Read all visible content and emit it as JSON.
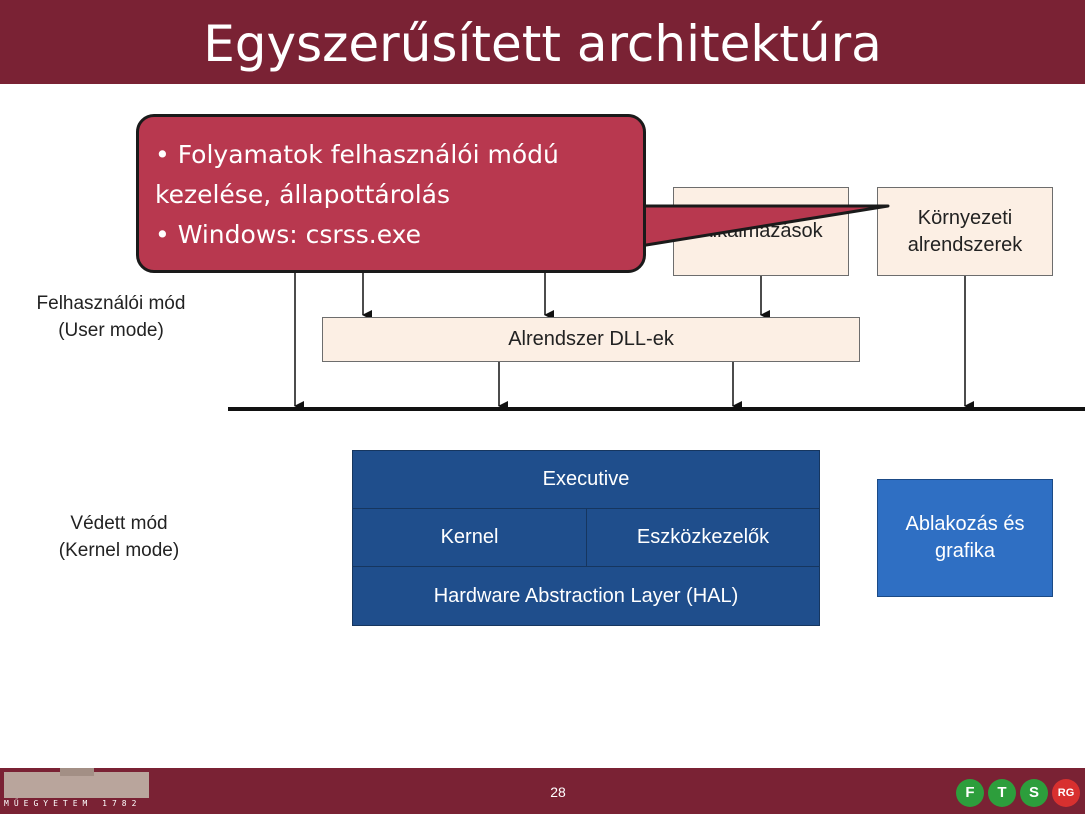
{
  "slide": {
    "title": "Egyszerűsített architektúra",
    "page_number": "28",
    "footer_logo_text": "MŰEGYETEM 1782",
    "footer_badges": [
      "F",
      "T",
      "S",
      "RG"
    ]
  },
  "diagram": {
    "user_mode_label": [
      "Felhasználói mód",
      "(User mode)"
    ],
    "kernel_mode_label": [
      "Védett mód",
      "(Kernel mode)"
    ],
    "alkalmazasok": "Alkalmazások",
    "kornyezeti": [
      "Környezeti",
      "alrendszerek"
    ],
    "dll": "Alrendszer DLL-ek",
    "executive": "Executive",
    "kernel": "Kernel",
    "eszkozkezelok": "Eszközkezelők",
    "hal": "Hardware Abstraction Layer (HAL)",
    "ablakozas": [
      "Ablakozás és",
      "grafika"
    ]
  },
  "callout": {
    "lines": [
      "• Folyamatok felhasználói módú",
      "kezelése, állapottárolás",
      "• Windows: csrss.exe"
    ]
  },
  "colors": {
    "title_bar": "#7a2234",
    "callout": "#b8384f",
    "peach_box": "#fcefe4",
    "kernel_box": "#1f4e8c",
    "windowing_box": "#2f6fc3"
  }
}
